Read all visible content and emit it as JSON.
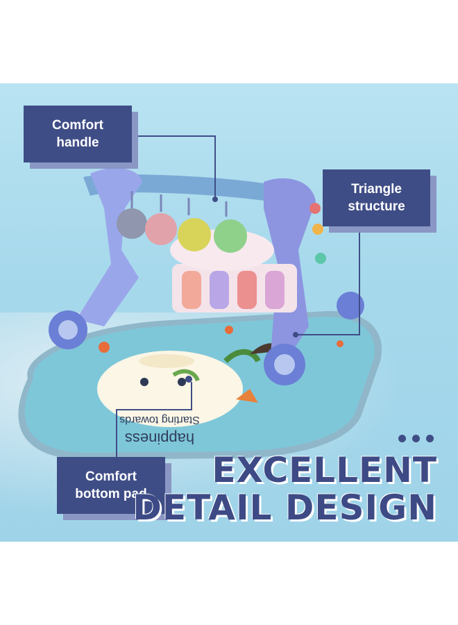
{
  "callouts": {
    "handle": {
      "line1": "Comfort",
      "line2": "handle"
    },
    "triangle": {
      "line1": "Triangle",
      "line2": "structure"
    },
    "pad": {
      "line1": "Comfort",
      "line2": "bottom pad"
    }
  },
  "headline": {
    "line1": "EXCELLENT",
    "line2": "DETAIL DESIGN"
  },
  "mat_text": {
    "line1": "happiness",
    "line2": "Starting towards"
  },
  "colors": {
    "brand": "#3f4d86",
    "shadow": "#8a96c4",
    "background": "#a7d9ec"
  },
  "icons": [
    "more-dots-icon"
  ]
}
